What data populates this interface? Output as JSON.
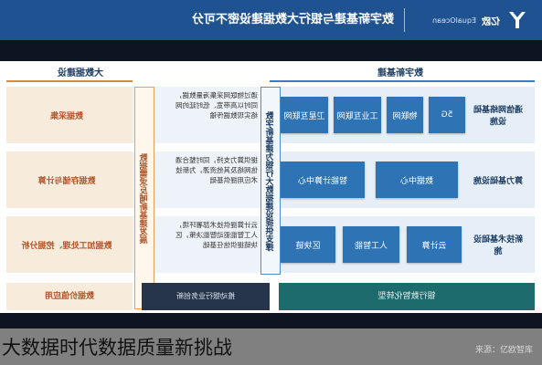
{
  "header": {
    "brand_cn": "亿欧",
    "brand_en": "EqualOcean",
    "title": "数字新基建与银行大数据建设密不可分"
  },
  "sections": {
    "left_title": "数字新基建",
    "right_title": "大数据建设"
  },
  "rows": [
    {
      "label": "通信网络基础设施",
      "chips": [
        "5G",
        "物联网",
        "工业互联网",
        "卫星互联网"
      ],
      "desc": "通过物联网采集海量数据，同时以高带宽、低时延的网络实现数据传输",
      "right": "数据采集"
    },
    {
      "label": "算力基础设施",
      "chips": [
        "数据中心",
        "智能计算中心"
      ],
      "desc": "提供算力支持，同时整合通信网络及其他资源，为新技术应用提供基础",
      "right": "数据存储与计算"
    },
    {
      "label": "新技术基础设施",
      "chips": [
        "云计算",
        "人工智能",
        "区块链"
      ],
      "desc": "云计算提供技术部署环境，人工智能驱动智能决策，区块链提供信任基础",
      "right": "数据加工处理、挖掘分析"
    }
  ],
  "banners": {
    "left": "数字新基建为银行大数据建设提供支撑",
    "right": "数据需求反哺新基建发展"
  },
  "bottom": {
    "left": "银行数智化转型",
    "middle": "推动银行业务创新",
    "right": "数据价值应用"
  },
  "caption": "大数据时代数据质量新挑战",
  "watermark": "来源：亿欧智库"
}
